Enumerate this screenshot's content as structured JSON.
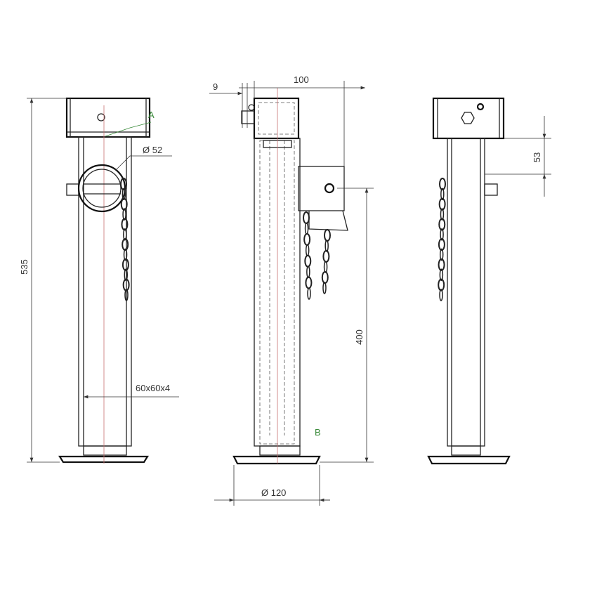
{
  "drawing": {
    "colors": {
      "outline": "#222222",
      "centerline": "#c87070",
      "callout": "#3a8a3a"
    },
    "dimensions": {
      "height_total": "535",
      "tube_section": "60x60x4",
      "handle_diameter": "Ø 52",
      "offset_small": "9",
      "offset_bracket": "100",
      "height_bracket": "400",
      "foot_diameter": "Ø 120",
      "top_offset": "53"
    },
    "callouts": {
      "a": "A",
      "b": "B"
    }
  }
}
